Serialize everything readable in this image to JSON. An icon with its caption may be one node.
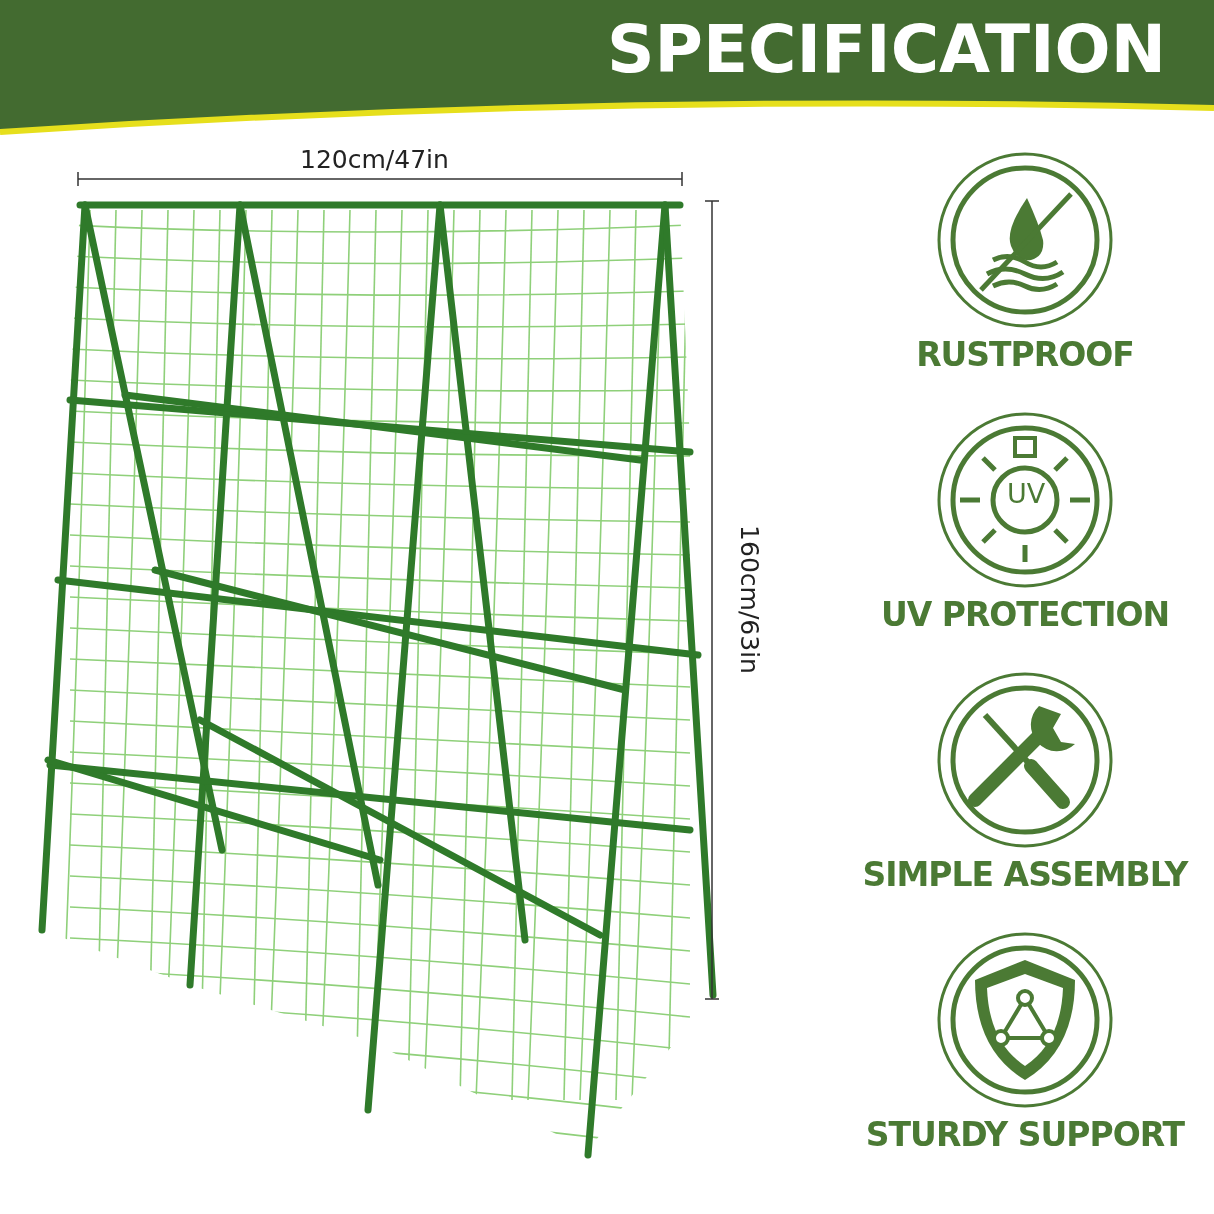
{
  "diagram": {
    "title": "SPECIFICATION",
    "labels": [
      "120cm/47in",
      "RUSTPROOF",
      "UV",
      "160cm/63in",
      "UV PROTECTION",
      "SIMPLE ASSEMBLY",
      "STURDY SUPPORT"
    ]
  }
}
